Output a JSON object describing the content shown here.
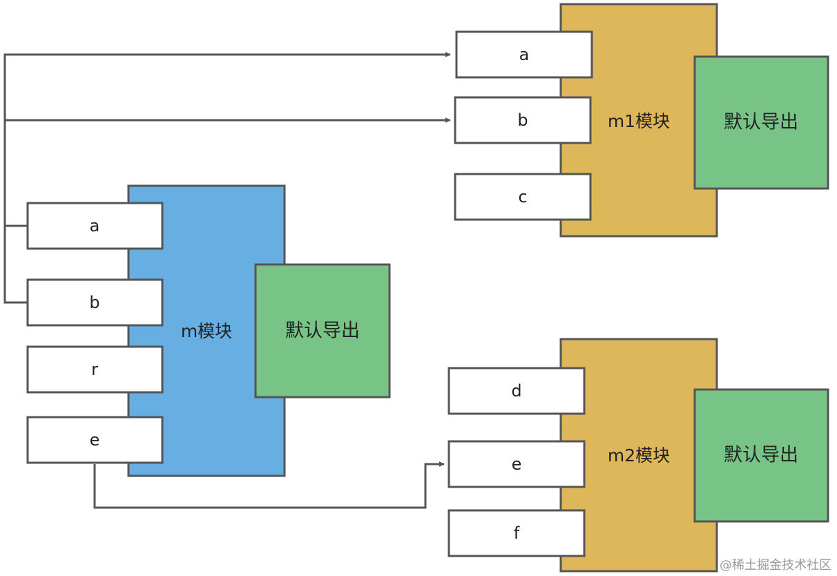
{
  "colors": {
    "module_m": "#67aee3",
    "module_m1": "#dfb75b",
    "module_m2": "#dfb75b",
    "default_export": "#77c486",
    "border": "#555555",
    "export_box": "#ffffff"
  },
  "modules": {
    "m": {
      "name": "m模块",
      "default_label": "默认导出",
      "exports": [
        "a",
        "b",
        "r",
        "e"
      ]
    },
    "m1": {
      "name": "m1模块",
      "default_label": "默认导出",
      "exports": [
        "a",
        "b",
        "c"
      ]
    },
    "m2": {
      "name": "m2模块",
      "default_label": "默认导出",
      "exports": [
        "d",
        "e",
        "f"
      ]
    }
  },
  "edges": [
    {
      "from": "m.a",
      "to": "m1.a"
    },
    {
      "from": "m.b",
      "to": "m1.b"
    },
    {
      "from": "m.e",
      "to": "m2.e"
    }
  ],
  "watermark": "@稀土掘金技术社区"
}
